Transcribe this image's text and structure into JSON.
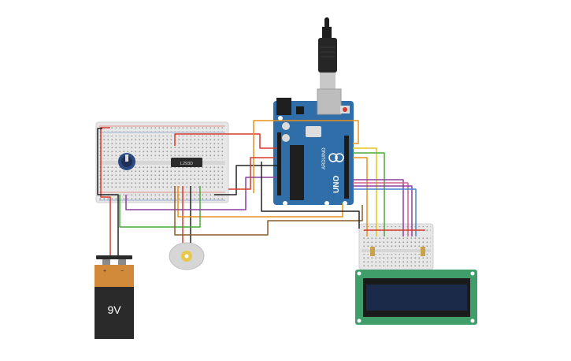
{
  "workspace": {
    "components": {
      "arduino": {
        "model_label": "UNO",
        "brand_label": "ARDUINO"
      },
      "driver_chip": {
        "label": "L293D"
      },
      "battery": {
        "label": "9V",
        "plus_symbol": "+",
        "minus_symbol": "−"
      },
      "lcd": {
        "display_text": ""
      },
      "motor": {},
      "potentiometer": {}
    },
    "colors": {
      "arduino_board": "#2f6ea8",
      "lcd_frame": "#3f9e6a",
      "lcd_screen": "#1c2a4a",
      "battery_top": "#d08a3a",
      "battery_body": "#2a2a2a",
      "breadboard": "#e7e7e7",
      "wire_red": "#d93a2b",
      "wire_black": "#222222",
      "wire_orange": "#e8911b",
      "wire_green": "#4aa83c",
      "wire_purple": "#8b3fa0",
      "wire_yellow": "#e3c51b",
      "wire_brown": "#8a5a2b",
      "wire_blue": "#4a80c8",
      "wire_pink": "#d06090"
    }
  }
}
